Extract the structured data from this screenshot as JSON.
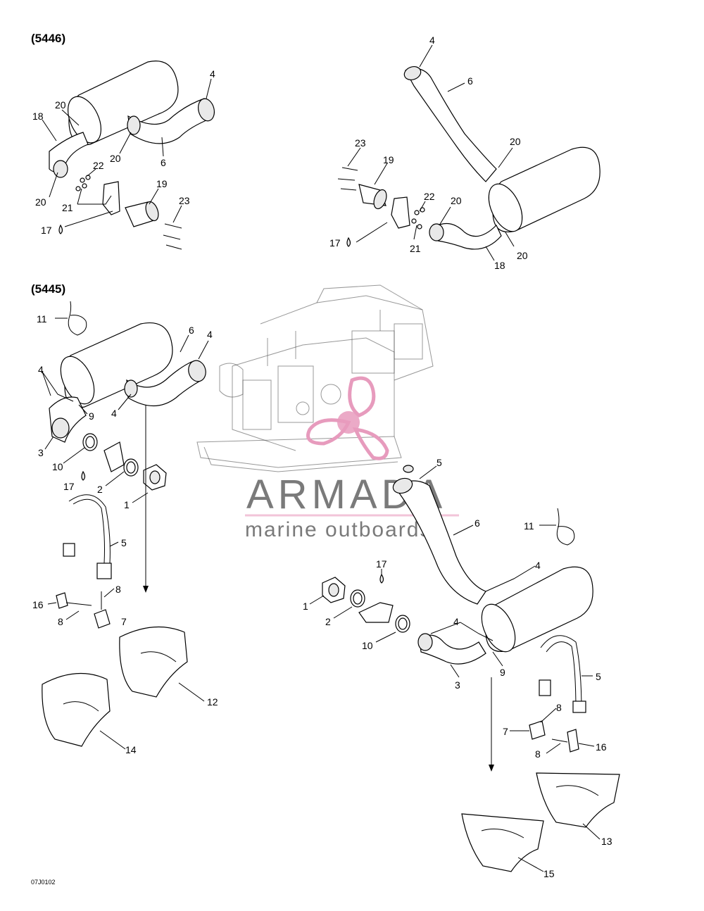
{
  "sections": {
    "top": "(5446)",
    "bottom": "(5445)"
  },
  "watermark": {
    "title": "ARMADA",
    "subtitle": "marine outboards",
    "accent": "#e79bbd",
    "text_color": "#7a7a7a",
    "rule_color": "#f2c4d8"
  },
  "figure_ref": "07J0102",
  "callouts": {
    "top_left": [
      "4",
      "20",
      "18",
      "20",
      "6",
      "22",
      "20",
      "21",
      "19",
      "23",
      "17"
    ],
    "top_right": [
      "4",
      "6",
      "23",
      "19",
      "20",
      "22",
      "20",
      "17",
      "21",
      "18",
      "20"
    ],
    "bottom_left": [
      "11",
      "6",
      "4",
      "4",
      "9",
      "4",
      "3",
      "10",
      "17",
      "2",
      "1",
      "5",
      "8",
      "16",
      "8",
      "7",
      "12",
      "14"
    ],
    "bottom_right": [
      "5",
      "6",
      "11",
      "4",
      "17",
      "1",
      "2",
      "4",
      "10",
      "9",
      "3",
      "5",
      "8",
      "7",
      "16",
      "8",
      "13",
      "15"
    ]
  }
}
